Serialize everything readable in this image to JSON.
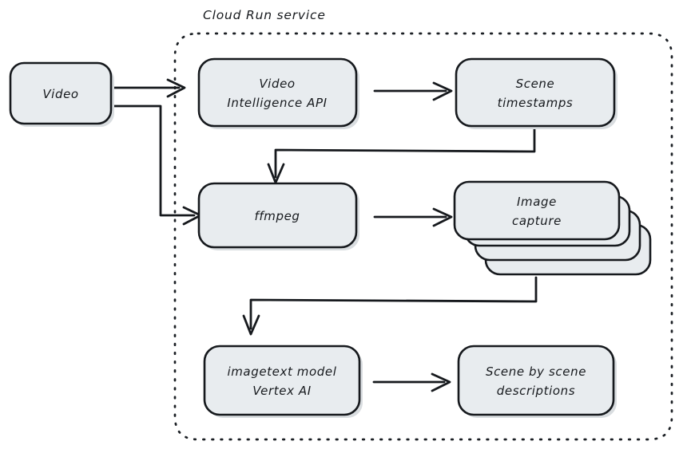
{
  "diagram": {
    "title": "Cloud Run service",
    "style": "hand-drawn-flowchart",
    "colors": {
      "node_fill": "#e8ecef",
      "stroke": "#16191d",
      "background": "#ffffff",
      "shadow": "#d9dde0"
    },
    "nodes": [
      {
        "id": "video",
        "label": "Video",
        "lines": [
          "Video"
        ],
        "shape": "rounded-rect",
        "inside_group": false
      },
      {
        "id": "video-intelligence-api",
        "label": "Video Intelligence API",
        "lines": [
          "Video",
          "Intelligence API"
        ],
        "shape": "rounded-rect",
        "inside_group": true
      },
      {
        "id": "scene-timestamps",
        "label": "Scene timestamps",
        "lines": [
          "Scene",
          "timestamps"
        ],
        "shape": "rounded-rect",
        "inside_group": true
      },
      {
        "id": "ffmpeg",
        "label": "ffmpeg",
        "lines": [
          "ffmpeg"
        ],
        "shape": "rounded-rect",
        "inside_group": true
      },
      {
        "id": "image-capture",
        "label": "Image capture",
        "lines": [
          "Image",
          "capture"
        ],
        "shape": "stacked-rect",
        "stack_count": 4,
        "inside_group": true
      },
      {
        "id": "imagetext-model-vertex-ai",
        "label": "imagetext model Vertex AI",
        "lines": [
          "imagetext model",
          "Vertex AI"
        ],
        "shape": "rounded-rect",
        "inside_group": true
      },
      {
        "id": "scene-by-scene-descriptions",
        "label": "Scene by scene descriptions",
        "lines": [
          "Scene by scene",
          "descriptions"
        ],
        "shape": "rounded-rect",
        "inside_group": true
      }
    ],
    "edges": [
      {
        "from": "video",
        "to": "video-intelligence-api",
        "kind": "straight"
      },
      {
        "from": "video",
        "to": "ffmpeg",
        "kind": "elbow"
      },
      {
        "from": "video-intelligence-api",
        "to": "scene-timestamps",
        "kind": "straight"
      },
      {
        "from": "scene-timestamps",
        "to": "ffmpeg",
        "kind": "elbow"
      },
      {
        "from": "ffmpeg",
        "to": "image-capture",
        "kind": "straight"
      },
      {
        "from": "image-capture",
        "to": "imagetext-model-vertex-ai",
        "kind": "elbow"
      },
      {
        "from": "imagetext-model-vertex-ai",
        "to": "scene-by-scene-descriptions",
        "kind": "straight"
      }
    ]
  }
}
